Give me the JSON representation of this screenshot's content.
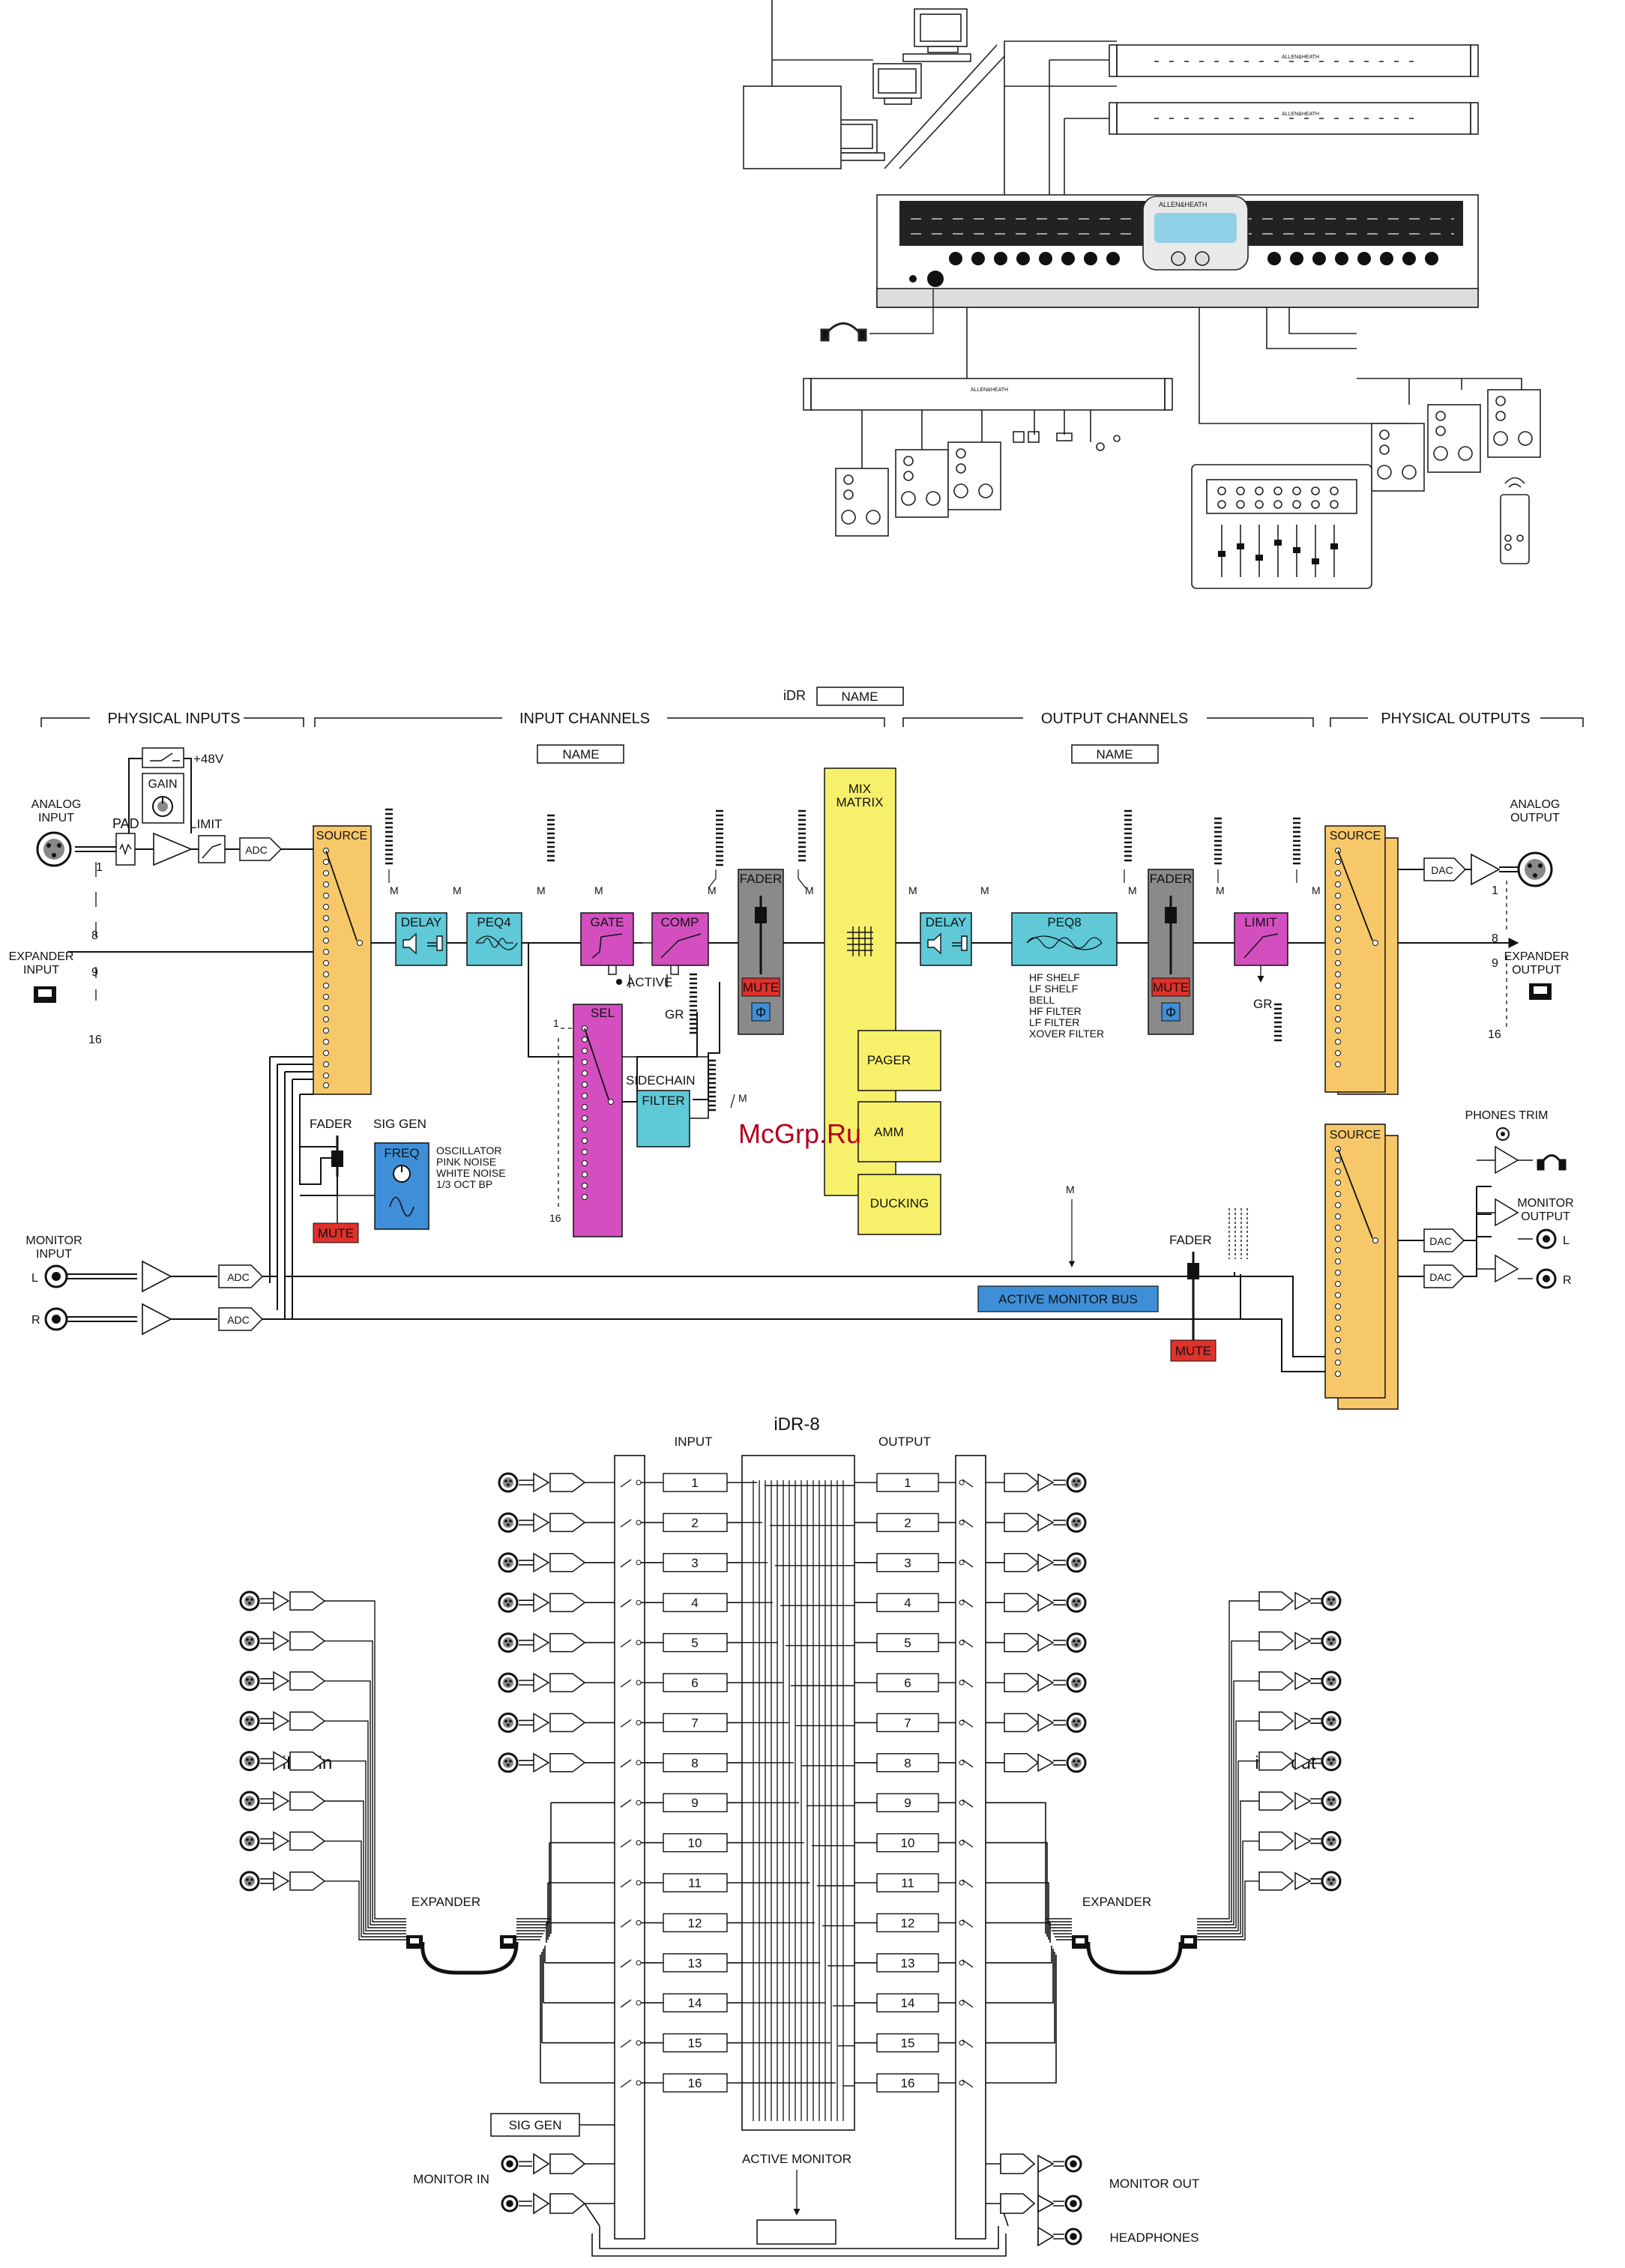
{
  "colors": {
    "source": "#f7c86a",
    "delay_peq": "#5fc9d8",
    "gate_comp_sel": "#d34fc0",
    "mix_matrix": "#f7f06a",
    "mute": "#e0312b",
    "freq_bus": "#3f8fd8",
    "fader_body": "#8a8a8a",
    "watermark": "#b3001b",
    "device_screen": "#8fd0e6"
  },
  "system": {
    "brand_label": "ALLEN&HEATH",
    "icons": [
      "laptop-icon",
      "monitor-icon",
      "headphones-icon",
      "remote-icon",
      "wall-controller-icon"
    ]
  },
  "signal": {
    "idr_label": "iDR",
    "name_label": "NAME",
    "sections": {
      "physical_inputs": "PHYSICAL INPUTS",
      "input_channels": "INPUT CHANNELS",
      "output_channels": "OUTPUT CHANNELS",
      "physical_outputs": "PHYSICAL OUTPUTS"
    },
    "labels": {
      "analog_input": [
        "ANALOG",
        "INPUT"
      ],
      "expander_input": [
        "EXPANDER",
        "INPUT"
      ],
      "monitor_input": [
        "MONITOR",
        "INPUT"
      ],
      "analog_output": [
        "ANALOG",
        "OUTPUT"
      ],
      "expander_output": [
        "EXPANDER",
        "OUTPUT"
      ],
      "phones_trim": "PHONES TRIM",
      "monitor_output": [
        "MONITOR",
        "OUTPUT"
      ],
      "phantom": "+48V",
      "gain": "GAIN",
      "pad": "PAD",
      "limit": "LIMIT",
      "adc": "ADC",
      "dac": "DAC",
      "source": "SOURCE",
      "delay": "DELAY",
      "peq4": "PEQ4",
      "peq8": "PEQ8",
      "gate": "GATE",
      "comp": "COMP",
      "active": "ACTIVE",
      "gr": "GR",
      "sel": "SEL",
      "sidechain": "SIDECHAIN",
      "filter": "FILTER",
      "fader": "FADER",
      "mute": "MUTE",
      "mix": "MIX",
      "matrix": "MATRIX",
      "pager": "PAGER",
      "amm": "AMM",
      "ducking": "DUCKING",
      "sig_gen": "SIG GEN",
      "freq": "FREQ",
      "meter_m": "M",
      "active_monitor_bus": "ACTIVE MONITOR BUS",
      "left": "L",
      "right": "R",
      "phase": "Φ",
      "n1": "1",
      "n8": "8",
      "n9": "9",
      "n16": "16"
    },
    "siggen_options": [
      "OSCILLATOR",
      "PINK NOISE",
      "WHITE NOISE",
      "1/3 OCT BP"
    ],
    "peq8_options": [
      "HF SHELF",
      "LF SHELF",
      "BELL",
      "HF FILTER",
      "LF FILTER",
      "XOVER FILTER"
    ]
  },
  "routing": {
    "title": "iDR-8",
    "input_label": "INPUT",
    "output_label": "OUTPUT",
    "idr_in": "iDR-in",
    "idr_out": "iDR-out",
    "expander": "EXPANDER",
    "sig_gen": "SIG GEN",
    "monitor_in": "MONITOR IN",
    "monitor_out": "MONITOR OUT",
    "headphones": "HEADPHONES",
    "active_monitor": "ACTIVE MONITOR",
    "channels": [
      "1",
      "2",
      "3",
      "4",
      "5",
      "6",
      "7",
      "8",
      "9",
      "10",
      "11",
      "12",
      "13",
      "14",
      "15",
      "16"
    ]
  },
  "watermark": "McGrp.Ru"
}
